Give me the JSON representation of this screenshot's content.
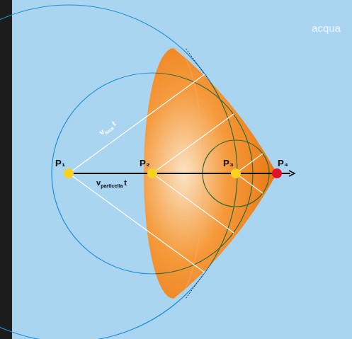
{
  "diagram": {
    "labels": [
      "acqua",
      "P₁",
      "P₂",
      "P₃",
      "P₄",
      "v",
      "luce",
      "t",
      "v",
      "particella",
      "t"
    ]
  }
}
